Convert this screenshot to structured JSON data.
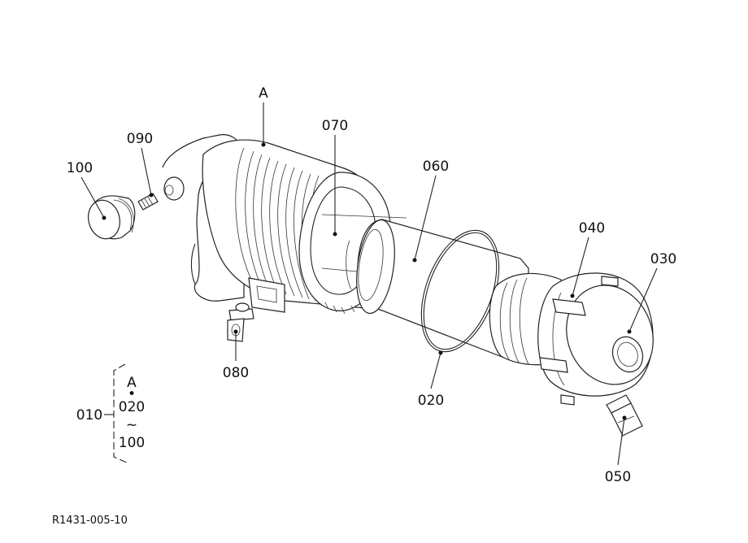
{
  "diagram": {
    "callouts": {
      "a": "A",
      "p070": "070",
      "p060": "060",
      "p090": "090",
      "p100": "100",
      "p040": "040",
      "p030": "030",
      "p080": "080",
      "p020": "020",
      "p050": "050"
    },
    "assembly_note": {
      "label": "010",
      "line1": "A",
      "line2": "•",
      "line3": "020",
      "line4": "~",
      "line5": "100"
    },
    "figure_code": "R1431-005-10"
  }
}
